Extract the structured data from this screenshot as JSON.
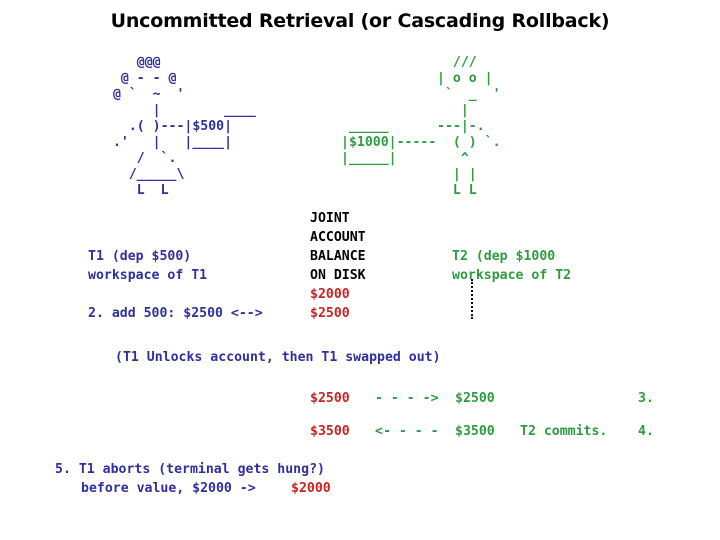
{
  "slide": {
    "title": "Uncommitted Retrieval (or Cascading Rollback)"
  },
  "colors": {
    "t1_blue": "#2f2f9e",
    "t2_green": "#2e9b3f",
    "disk_red": "#cc2222",
    "label_black": "#000000",
    "background": "#ffffff"
  },
  "figures": {
    "t1_stick_figure": {
      "color_name": "blue",
      "art": "    @@@\n  @ - - @\n @ `  ~  '\n      |        ____\n   .( )---|$500|\n .'   |   |____|\n    /  `.\n   /_____\\\n    L  L"
    },
    "t2_stick_figure": {
      "color_name": "green",
      "art": "  ///\n| o o |\n `  _  '\n   |\n---|-.\n  ( ) `.\n   ^\n  | |\n  L L"
    },
    "t2_money_box": {
      "color_name": "green",
      "art": " _____\n|$1000|-----\n|_____|"
    }
  },
  "labels": {
    "t1_line1": "T1 (dep $500)",
    "t1_line2": "workspace of T1",
    "t2_line1": "T2 (dep $1000",
    "t2_line2": "workspace of T2",
    "disk_header": "JOINT\nACCOUNT\nBALANCE\nON DISK",
    "disk_header_lines": [
      "JOINT",
      "ACCOUNT",
      "BALANCE",
      "ON DISK"
    ]
  },
  "steps": {
    "step2_left": "2. add 500: $2500 <-->",
    "step2_left_number": "2.",
    "step2_left_text": "add 500: $2500 <-->",
    "disk_value_initial": "$2000",
    "disk_value_after_step2": "$2500",
    "note_swap": "(T1 Unlocks account, then T1 swapped out)",
    "step3_left_value": "$2500",
    "step3_arrow": "- - - ->",
    "step3_right_value": "$2500",
    "step3_number": "3.",
    "step4_left_value": "$3500",
    "step4_arrow": "<- - - -",
    "step4_right_value": "$3500",
    "step4_text": "T2 commits.",
    "step4_number": "4.",
    "step5_line1": "5. T1 aborts (terminal gets hung?)",
    "step5_line2_prefix": "before value, $2000 ->",
    "step5_line2_value": "$2000"
  }
}
